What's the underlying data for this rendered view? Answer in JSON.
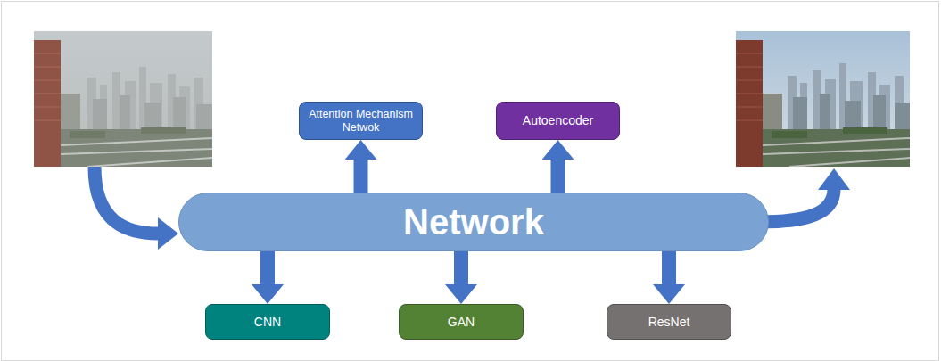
{
  "diagram": {
    "nodes": [
      {
        "text": [
          "Attention Mechanism Netwok"
        ]
      },
      {
        "text": [
          "Autoencoder"
        ]
      },
      {
        "text": [
          "Network"
        ]
      },
      {
        "text": [
          "CNN"
        ]
      },
      {
        "text": [
          "GAN"
        ]
      },
      {
        "text": [
          "ResNet"
        ]
      }
    ],
    "edges": [
      {
        "from": 2,
        "to": 0,
        "arrow": "to"
      },
      {
        "from": 2,
        "to": 1,
        "arrow": "to"
      },
      {
        "from": 2,
        "to": 3,
        "arrow": "to"
      },
      {
        "from": 2,
        "to": 4,
        "arrow": "to"
      },
      {
        "from": 2,
        "to": 5,
        "arrow": "to"
      }
    ]
  }
}
